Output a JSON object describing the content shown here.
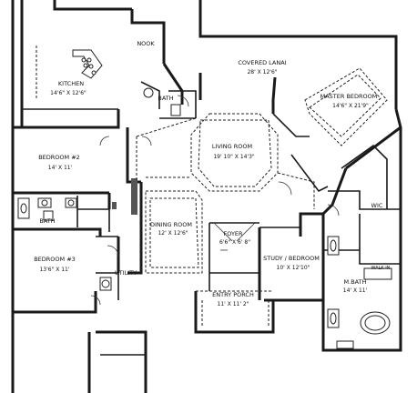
{
  "rooms": {
    "nook": {
      "name": "NOOK"
    },
    "covered_lanai": {
      "name": "COVERED LANAI",
      "size": "28' X 12'6\""
    },
    "kitchen": {
      "name": "KITCHEN",
      "size": "14'6\" X 12'6\""
    },
    "bath_1": {
      "name": "BATH"
    },
    "master_bedroom": {
      "name": "MASTER BEDROOM",
      "size": "14'6\" X 21'9\""
    },
    "living_room": {
      "name": "LIVING ROOM",
      "size": "19' 10\" X 14'3\""
    },
    "bedroom_2": {
      "name": "BEDROOM #2",
      "size": "14' X 11'"
    },
    "bath_2": {
      "name": "BATH"
    },
    "dining_room": {
      "name": "DINING ROOM",
      "size": "12' X 12'6\""
    },
    "foyer": {
      "name": "FOYER",
      "size": "6'6\" X 6' 8\""
    },
    "study": {
      "name": "STUDY / BEDROOM",
      "size": "10' X 12'10\""
    },
    "wic": {
      "name": "WIC"
    },
    "bedroom_3": {
      "name": "BEDROOM #3",
      "size": "13'6\" X 11'"
    },
    "utility": {
      "name": "UTILITY"
    },
    "entry_porch": {
      "name": "ENTRY PORCH",
      "size": "11' X 11' 2\""
    },
    "m_bath": {
      "name": "M.BATH",
      "size": "14' X 11'"
    },
    "walk_in": {
      "name": "WALK IN"
    }
  }
}
